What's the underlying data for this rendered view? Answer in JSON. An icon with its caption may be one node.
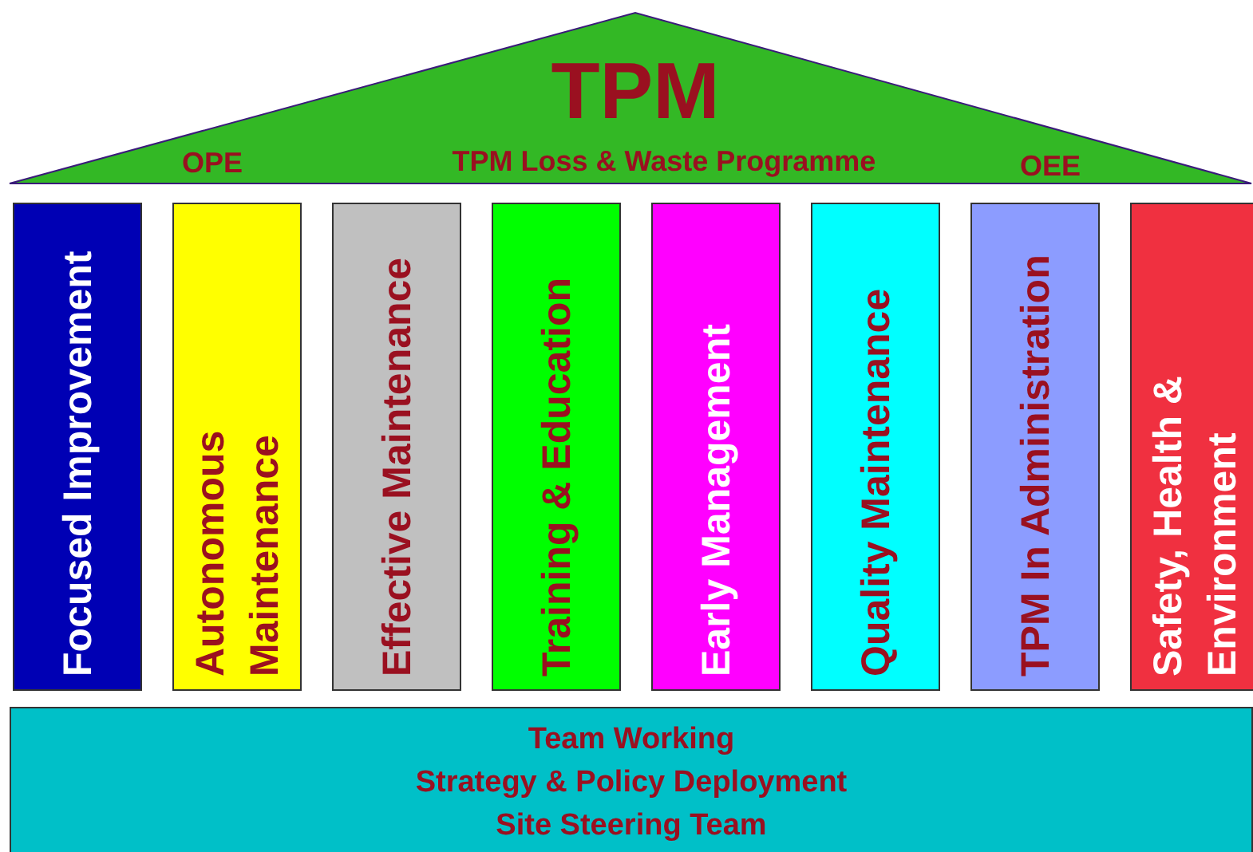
{
  "diagram": {
    "nodes": [
      {
        "text": [
          "TPM",
          "OPE",
          "TPM Loss & Waste Programme",
          "OEE"
        ]
      },
      {
        "text": [
          "Focused Improvement"
        ]
      },
      {
        "text": [
          "Autonomous Maintenance"
        ]
      },
      {
        "text": [
          "Effective Maintenance"
        ]
      },
      {
        "text": [
          "Training & Education"
        ]
      },
      {
        "text": [
          "Early Management"
        ]
      },
      {
        "text": [
          "Quality Maintenance"
        ]
      },
      {
        "text": [
          "TPM In Administration"
        ]
      },
      {
        "text": [
          "Safety, Health & Environment"
        ]
      },
      {
        "text": [
          "Team Working",
          "Strategy & Policy Deployment",
          "Site Steering Team"
        ]
      }
    ],
    "edges": []
  }
}
